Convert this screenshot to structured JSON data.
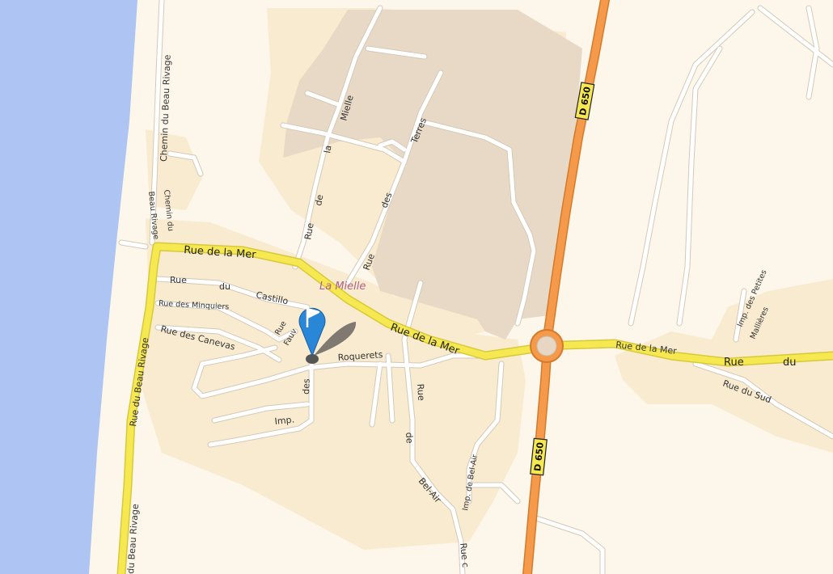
{
  "colors": {
    "land": "#fdf6ea",
    "residential": "#f8ebcf",
    "industrial": "#e7d9c6",
    "sea": "#aec4f2",
    "road_minor": "#ffffff",
    "road_casing": "#d4c9b8",
    "road_major": "#f5e850",
    "road_major_casing": "#d9c93a",
    "highway": "#f49a4a",
    "highway_casing": "#d47a2a",
    "route_shield": "#f5e850",
    "place_label": "#b0608a",
    "marker": "#2a86d6"
  },
  "labels": {
    "chemin_beau_rivage_top": "Chemin du Beau Rivage",
    "chemin_du": "Chemin du",
    "beau_rivage_small": "Beau Rivage",
    "du_beau_rivage": "du Beau Rivage",
    "rue_beau_rivage_side": "Rue du Beau Rivage",
    "rue_mer_west": "Rue de la Mer",
    "rue_mer_mid": "Rue de la Mer",
    "rue_mer_east": "Rue de la Mer",
    "rue_du_east_a": "Rue",
    "rue_du_east_b": "du",
    "rue_du_sud": "Rue du Sud",
    "rue_castillo_a": "Rue",
    "rue_castillo_b": "du",
    "rue_castillo_c": "Castillo",
    "rue_minquiers": "Rue des Minquiers",
    "rue_canevas": "Rue des Canevas",
    "rue_fauv_a": "Rue",
    "rue_fauv_b": "Fauv",
    "roquerets_a": "des",
    "roquerets_b": "Roquerets",
    "imp": "Imp.",
    "mielle_a": "Rue",
    "mielle_b": "de",
    "mielle_c": "la",
    "mielle_d": "Mielle",
    "terres_a": "Rue",
    "terres_b": "des",
    "terres_c": "Terres",
    "rue_de_bel_air_a": "Rue",
    "rue_de_bel_air_b": "de",
    "rue_de_bel_air_c": "Bel-Air",
    "imp_bel_air": "Imp. de Bel-Air",
    "rue_c_bottom": "Rue c",
    "imp_petites_a": "Imp. des Petites",
    "imp_petites_b": "Mallières",
    "place_la_mielle": "La Mielle",
    "route_d650_top": "D 650",
    "route_d650_bottom": "D 650"
  },
  "marker": {
    "icon": "flag-pin-icon"
  }
}
